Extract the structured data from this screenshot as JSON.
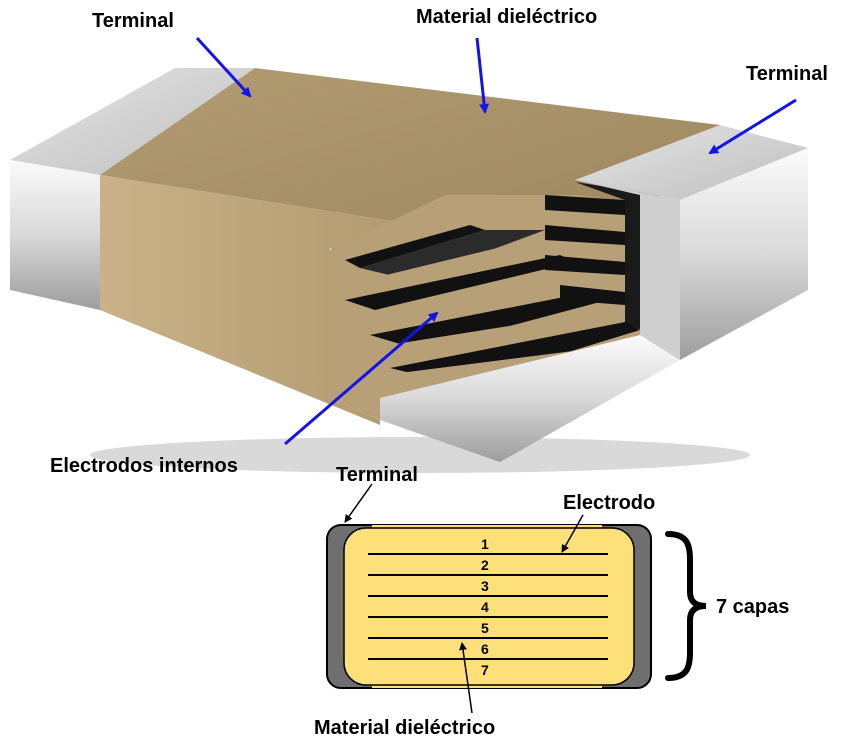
{
  "labels": {
    "terminal_top_left": "Terminal",
    "dielectric_top": "Material dieléctrico",
    "terminal_top_right": "Terminal",
    "internal_electrodes": "Electrodos internos",
    "terminal_section": "Terminal",
    "electrode_section": "Electrodo",
    "layers_count": "7 capas",
    "dielectric_bottom": "Material dieléctrico"
  },
  "layer_numbers": [
    "1",
    "2",
    "3",
    "4",
    "5",
    "6",
    "7"
  ],
  "colors": {
    "arrow_blue": "#1414e6",
    "dielectric_tan": "#a8916a",
    "dielectric_yellow": "#fde07a",
    "terminal_gray": "#6f6f6f",
    "electrode_dark": "#1e1e1e"
  }
}
